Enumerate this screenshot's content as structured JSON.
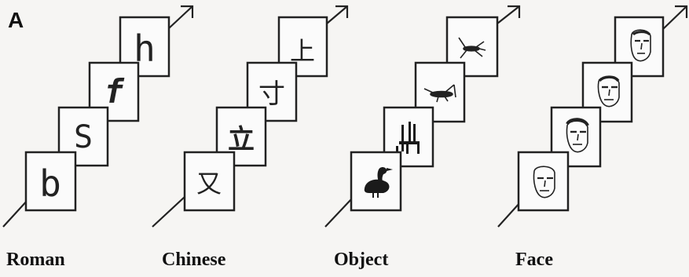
{
  "panel_label": "A",
  "categories": [
    {
      "label": "Roman",
      "stimulus_kind": "text",
      "stimuli": [
        "b",
        "S",
        "f",
        "h"
      ]
    },
    {
      "label": "Chinese",
      "stimulus_kind": "text",
      "stimuli": [
        "又",
        "立",
        "寸",
        "上"
      ]
    },
    {
      "label": "Object",
      "stimulus_kind": "icon",
      "stimuli": [
        "duck-icon",
        "chair-icon",
        "grasshopper-icon",
        "mosquito-icon"
      ]
    },
    {
      "label": "Face",
      "stimulus_kind": "icon",
      "stimuli": [
        "face-icon",
        "face-icon",
        "face-icon",
        "face-icon"
      ]
    }
  ]
}
